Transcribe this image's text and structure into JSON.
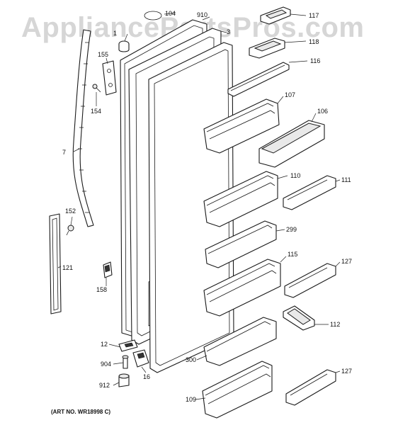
{
  "watermark": "AppliancePartsPros.com",
  "art_number": "(ART NO. WR18998 C)",
  "callouts": {
    "p104": "104",
    "p910": "910",
    "p3": "3",
    "p1": "1",
    "p117": "117",
    "p118": "118",
    "p116": "116",
    "p155": "155",
    "p154": "154",
    "p7": "7",
    "p107": "107",
    "p106": "106",
    "p110": "110",
    "p111": "111",
    "p152": "152",
    "p299": "299",
    "p121": "121",
    "p115": "115",
    "p127a": "127",
    "p158": "158",
    "p112": "112",
    "p12": "12",
    "p904": "904",
    "p300": "300",
    "p16": "16",
    "p912": "912",
    "p127b": "127",
    "p109": "109"
  }
}
